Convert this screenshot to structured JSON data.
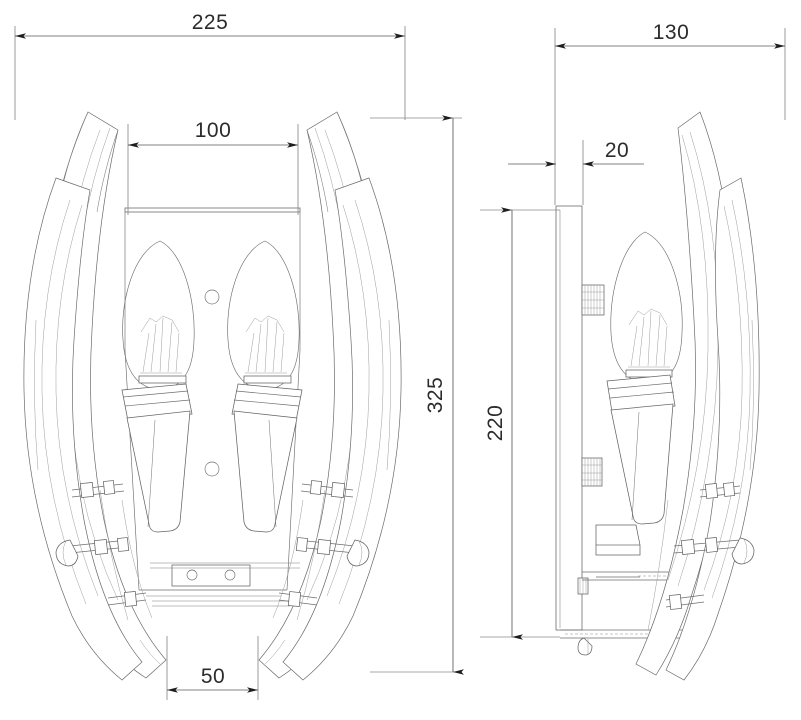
{
  "drawing": {
    "type": "technical-dimension-drawing",
    "subject": "two-light curved-glass wall sconce",
    "views": [
      {
        "name": "front-view",
        "label": ""
      },
      {
        "name": "side-view",
        "label": ""
      }
    ],
    "units": "mm",
    "line_color": "#646464",
    "text_color": "#2b2b2b",
    "background": "#ffffff"
  },
  "dimensions": {
    "overall_width": "225",
    "inner_width": "100",
    "overall_height": "325",
    "depth": "130",
    "backplate_thickness": "20",
    "mount_height": "220",
    "base_width": "50"
  },
  "labels": {
    "front_top_width": "225",
    "front_inner_width": "100",
    "front_height": "325",
    "front_base_width": "50",
    "side_depth": "130",
    "side_plate_thickness": "20",
    "side_height": "220"
  }
}
